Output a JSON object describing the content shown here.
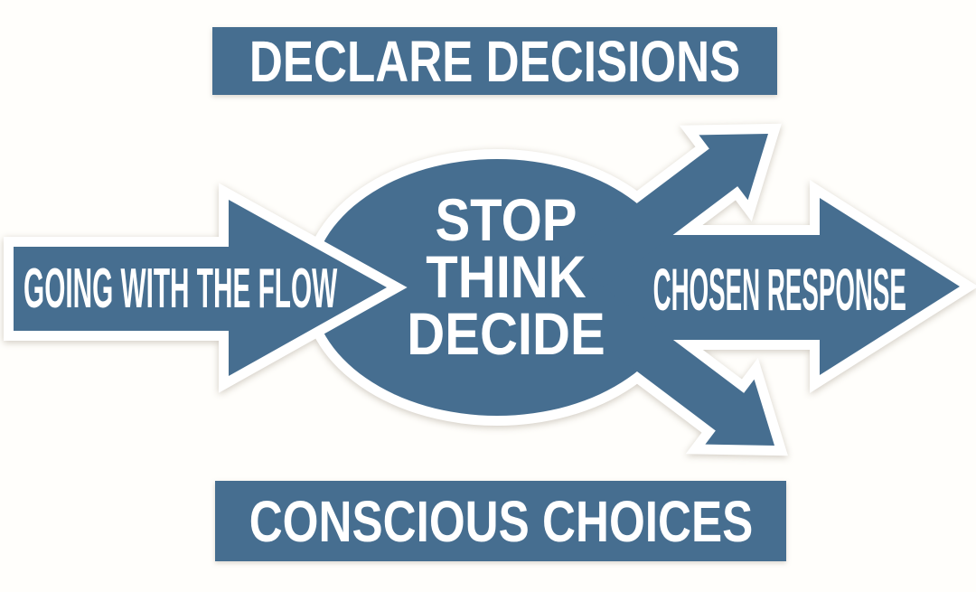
{
  "colors": {
    "primary": "#466E90",
    "background": "#FFFEFB",
    "text_on_primary": "#FFFFFF",
    "outline": "#FFFFFF"
  },
  "banners": {
    "top": {
      "label": "DECLARE DECISIONS"
    },
    "bottom": {
      "label": "CONSCIOUS CHOICES"
    }
  },
  "flow": {
    "input_arrow": {
      "label": "GOING WITH THE FLOW",
      "direction": "right"
    },
    "center": {
      "lines": [
        "STOP",
        "THINK",
        "DECIDE"
      ],
      "shape": "ellipse"
    },
    "output_arrow": {
      "label": "CHOSEN RESPONSE",
      "direction": "right"
    },
    "branch_arrows": {
      "count": 3,
      "directions": [
        "up-right",
        "right",
        "down-right"
      ]
    }
  }
}
